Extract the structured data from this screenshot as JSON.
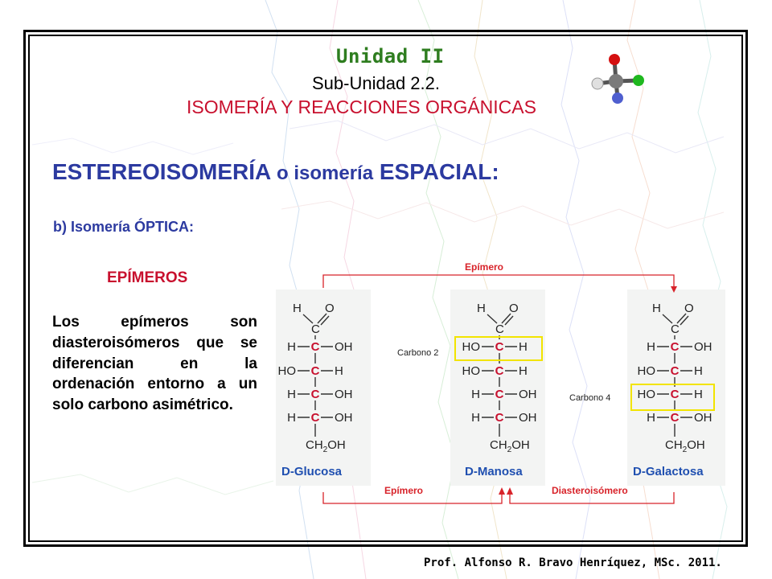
{
  "header": {
    "unit": "Unidad II",
    "subunit": "Sub-Unidad 2.2.",
    "topic": "ISOMERÍA Y REACCIONES ORGÁNICAS"
  },
  "section": {
    "title_part1": "ESTEREOISOMERÍA",
    "title_part2": "o isomería",
    "title_part3": "ESPACIAL:",
    "subsection": "b) Isomería ÓPTICA:",
    "heading": "EPÍMEROS",
    "paragraph": "Los epímeros son diasteroisómeros que se diferencian en la ordenación entorno a un solo carbono asimétrico."
  },
  "diagram": {
    "top_arrow_label": "Epímero",
    "bottom_left_label": "Epímero",
    "bottom_right_label": "Diasteroisómero",
    "carbono2_label": "Carbono 2",
    "carbono4_label": "Carbono 4",
    "molecules": [
      {
        "name": "D-Glucosa",
        "rows": [
          [
            "H",
            "OH"
          ],
          [
            "HO",
            "H"
          ],
          [
            "H",
            "OH"
          ],
          [
            "H",
            "OH"
          ]
        ]
      },
      {
        "name": "D-Manosa",
        "rows": [
          [
            "HO",
            "H"
          ],
          [
            "HO",
            "H"
          ],
          [
            "H",
            "OH"
          ],
          [
            "H",
            "OH"
          ]
        ]
      },
      {
        "name": "D-Galactosa",
        "rows": [
          [
            "H",
            "OH"
          ],
          [
            "HO",
            "H"
          ],
          [
            "HO",
            "H"
          ],
          [
            "H",
            "OH"
          ]
        ]
      }
    ],
    "aldehyde_h": "H",
    "aldehyde_o": "O",
    "carbon": "C",
    "terminal_group": "CH",
    "terminal_sub": "2",
    "terminal_oh": "OH"
  },
  "footer": "Prof. Alfonso R. Bravo Henríquez, MSc. 2011.",
  "colors": {
    "green_title": "#2e7d1f",
    "red": "#c8102e",
    "blue": "#2c3aa0",
    "carbon": "#c8102e",
    "highlight": "#f2e400",
    "arrow": "#d8232a",
    "molecule_name": "#1f4fb0"
  }
}
